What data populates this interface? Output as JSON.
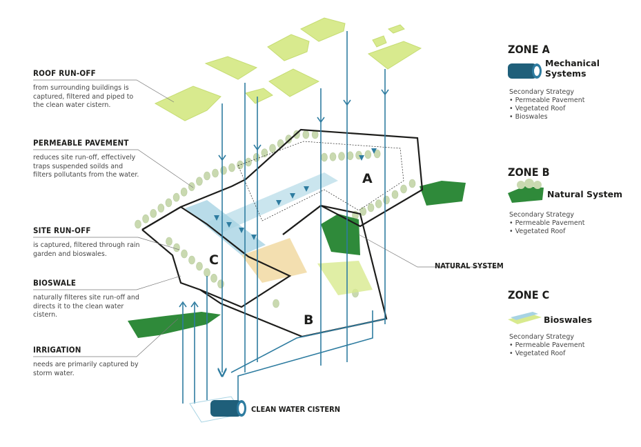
{
  "labels": {
    "roof": {
      "title": "ROOF RUN-OFF",
      "desc": "from surrounding buildings is captured, filtered and piped to the clean water cistern."
    },
    "pavement": {
      "title": "PERMEABLE PAVEMENT",
      "desc": "reduces site run-off, effectively traps suspended soilds and filters pollutants from the water."
    },
    "site": {
      "title": "SITE RUN-OFF",
      "desc": "is captured, filtered through rain garden and bioswales."
    },
    "bioswale": {
      "title": "BIOSWALE",
      "desc": "naturally filteres site run-off and directs it to the clean water cistern."
    },
    "irrigation": {
      "title": "IRRIGATION",
      "desc": "needs are primarily captured by storm water."
    }
  },
  "callouts": {
    "natural_system": "NATURAL SYSTEM",
    "cistern": "CLEAN WATER CISTERN"
  },
  "zone_letters": {
    "a": "A",
    "b": "B",
    "c": "C"
  },
  "zones": [
    {
      "title": "ZONE A",
      "name": "Mechanical Systems",
      "strategy_heading": "Secondary Strategy",
      "strategies": [
        "• Permeable Pavement",
        "• Vegetated Roof",
        "• Bioswales"
      ],
      "icon": "cistern-icon"
    },
    {
      "title": "ZONE B",
      "name": "Natural System",
      "strategy_heading": "Secondary Strategy",
      "strategies": [
        "• Permeable Pavement",
        "• Vegetated Roof"
      ],
      "icon": "vegetation-icon"
    },
    {
      "title": "ZONE C",
      "name": "Bioswales",
      "strategy_heading": "Secondary Strategy",
      "strategies": [
        "• Permeable Pavement",
        "• Vegetated Roof"
      ],
      "icon": "bioswale-icon"
    }
  ],
  "colors": {
    "pipe": "#2e7ca0",
    "roof_green": "#d8ea8e",
    "dark_green": "#2f8a3a",
    "cistern": "#1f5f7a",
    "outline": "#1d1d1b",
    "tree": "#c9d9b0"
  }
}
